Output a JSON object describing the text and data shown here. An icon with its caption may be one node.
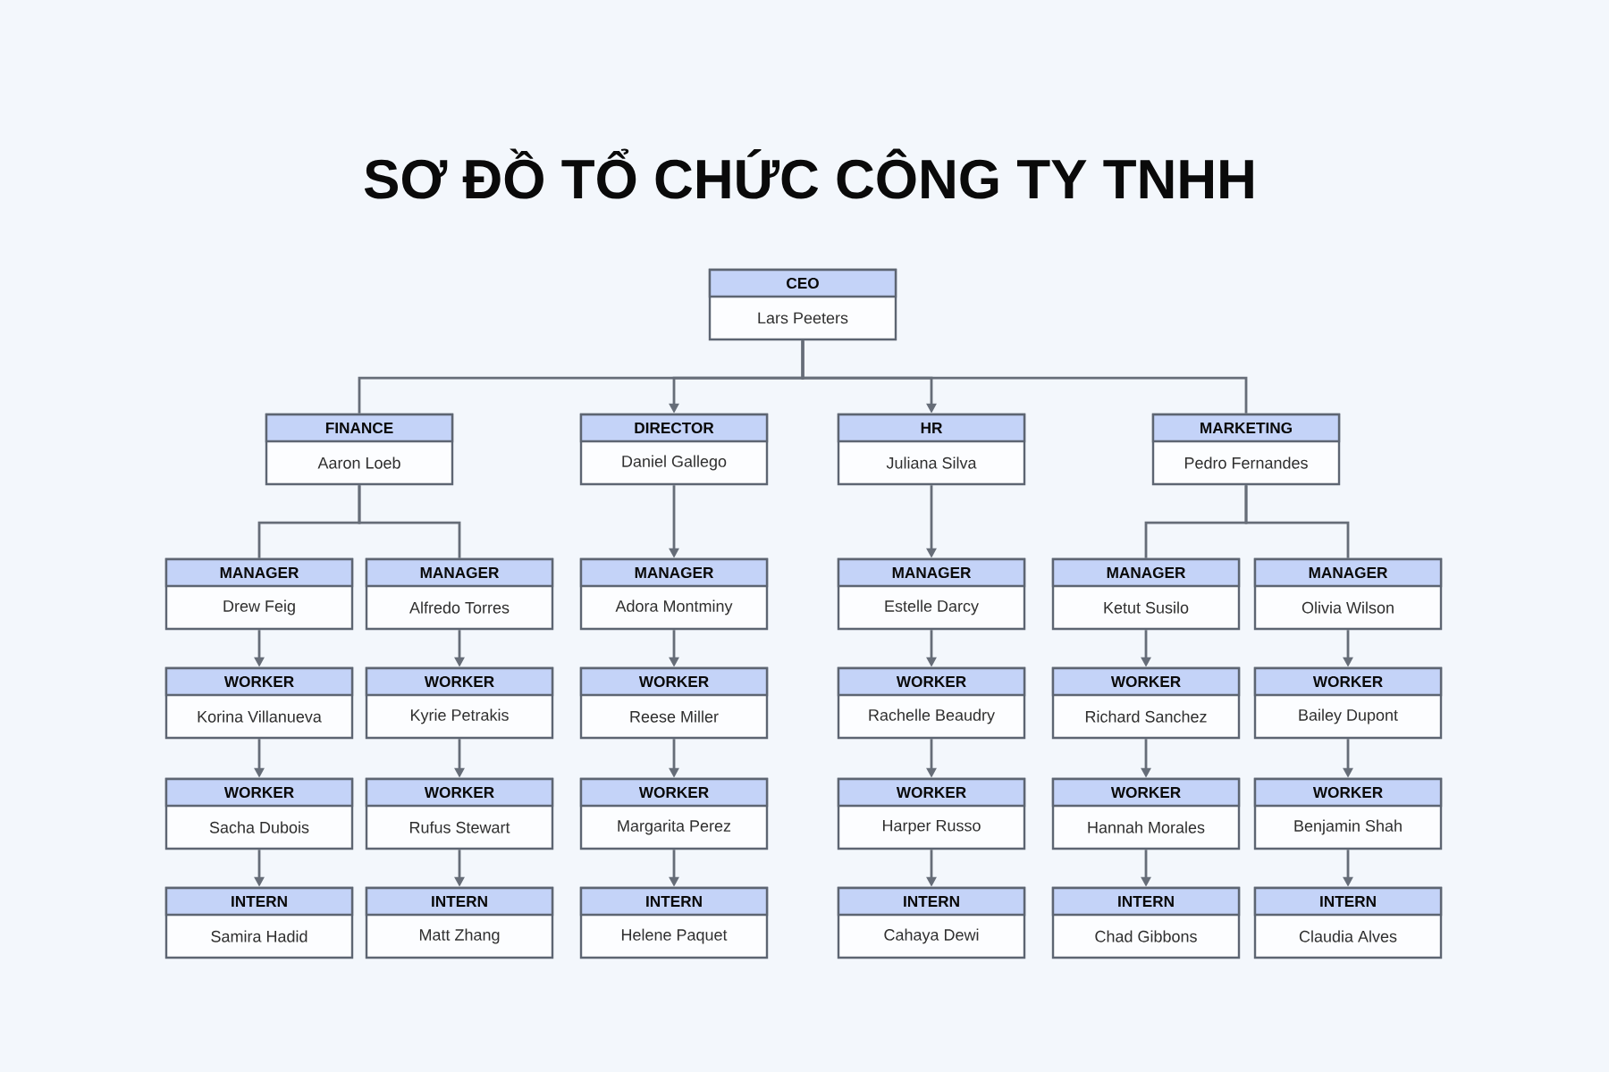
{
  "diagram": {
    "title": "SƠ ĐỒ TỔ CHỨC CÔNG TY TNHH",
    "nodes": [
      {
        "text": [
          "CEO",
          "Lars Peeters"
        ]
      },
      {
        "text": [
          "FINANCE",
          "Aaron Loeb"
        ]
      },
      {
        "text": [
          "DIRECTOR",
          "Daniel Gallego"
        ]
      },
      {
        "text": [
          "HR",
          "Juliana Silva"
        ]
      },
      {
        "text": [
          "MARKETING",
          "Pedro Fernandes"
        ]
      },
      {
        "text": [
          "MANAGER",
          "Drew Feig"
        ]
      },
      {
        "text": [
          "MANAGER",
          "Alfredo Torres"
        ]
      },
      {
        "text": [
          "MANAGER",
          "Adora Montminy"
        ]
      },
      {
        "text": [
          "MANAGER",
          "Estelle Darcy"
        ]
      },
      {
        "text": [
          "MANAGER",
          "Ketut Susilo"
        ]
      },
      {
        "text": [
          "MANAGER",
          "Olivia Wilson"
        ]
      },
      {
        "text": [
          "WORKER",
          "Korina Villanueva"
        ]
      },
      {
        "text": [
          "WORKER",
          "Kyrie Petrakis"
        ]
      },
      {
        "text": [
          "WORKER",
          "Reese Miller"
        ]
      },
      {
        "text": [
          "WORKER",
          "Rachelle Beaudry"
        ]
      },
      {
        "text": [
          "WORKER",
          "Richard Sanchez"
        ]
      },
      {
        "text": [
          "WORKER",
          "Bailey Dupont"
        ]
      },
      {
        "text": [
          "WORKER",
          "Sacha Dubois"
        ]
      },
      {
        "text": [
          "WORKER",
          "Rufus Stewart"
        ]
      },
      {
        "text": [
          "WORKER",
          "Margarita Perez"
        ]
      },
      {
        "text": [
          "WORKER",
          "Harper Russo"
        ]
      },
      {
        "text": [
          "WORKER",
          "Hannah Morales"
        ]
      },
      {
        "text": [
          "WORKER",
          "Benjamin Shah"
        ]
      },
      {
        "text": [
          "INTERN",
          "Samira Hadid"
        ]
      },
      {
        "text": [
          "INTERN",
          "Matt Zhang"
        ]
      },
      {
        "text": [
          "INTERN",
          "Helene Paquet"
        ]
      },
      {
        "text": [
          "INTERN",
          "Cahaya Dewi"
        ]
      },
      {
        "text": [
          "INTERN",
          "Chad Gibbons"
        ]
      },
      {
        "text": [
          "INTERN",
          "Claudia Alves"
        ]
      }
    ],
    "edges": [
      {
        "from": 0,
        "to": 1,
        "arrow": "none"
      },
      {
        "from": 0,
        "to": 2,
        "arrow": "to"
      },
      {
        "from": 0,
        "to": 3,
        "arrow": "to"
      },
      {
        "from": 0,
        "to": 4,
        "arrow": "none"
      },
      {
        "from": 1,
        "to": 5,
        "arrow": "none"
      },
      {
        "from": 1,
        "to": 6,
        "arrow": "none"
      },
      {
        "from": 2,
        "to": 7,
        "arrow": "to"
      },
      {
        "from": 3,
        "to": 8,
        "arrow": "to"
      },
      {
        "from": 4,
        "to": 9,
        "arrow": "none"
      },
      {
        "from": 4,
        "to": 10,
        "arrow": "none"
      },
      {
        "from": 5,
        "to": 11,
        "arrow": "to"
      },
      {
        "from": 6,
        "to": 12,
        "arrow": "to"
      },
      {
        "from": 7,
        "to": 13,
        "arrow": "to"
      },
      {
        "from": 8,
        "to": 14,
        "arrow": "to"
      },
      {
        "from": 9,
        "to": 15,
        "arrow": "to"
      },
      {
        "from": 10,
        "to": 16,
        "arrow": "to"
      },
      {
        "from": 11,
        "to": 17,
        "arrow": "to"
      },
      {
        "from": 12,
        "to": 18,
        "arrow": "to"
      },
      {
        "from": 13,
        "to": 19,
        "arrow": "to"
      },
      {
        "from": 14,
        "to": 20,
        "arrow": "to"
      },
      {
        "from": 15,
        "to": 21,
        "arrow": "to"
      },
      {
        "from": 16,
        "to": 22,
        "arrow": "to"
      },
      {
        "from": 17,
        "to": 23,
        "arrow": "to"
      },
      {
        "from": 18,
        "to": 24,
        "arrow": "to"
      },
      {
        "from": 19,
        "to": 25,
        "arrow": "to"
      },
      {
        "from": 20,
        "to": 26,
        "arrow": "to"
      },
      {
        "from": 21,
        "to": 27,
        "arrow": "to"
      },
      {
        "from": 22,
        "to": 28,
        "arrow": "to"
      }
    ]
  }
}
